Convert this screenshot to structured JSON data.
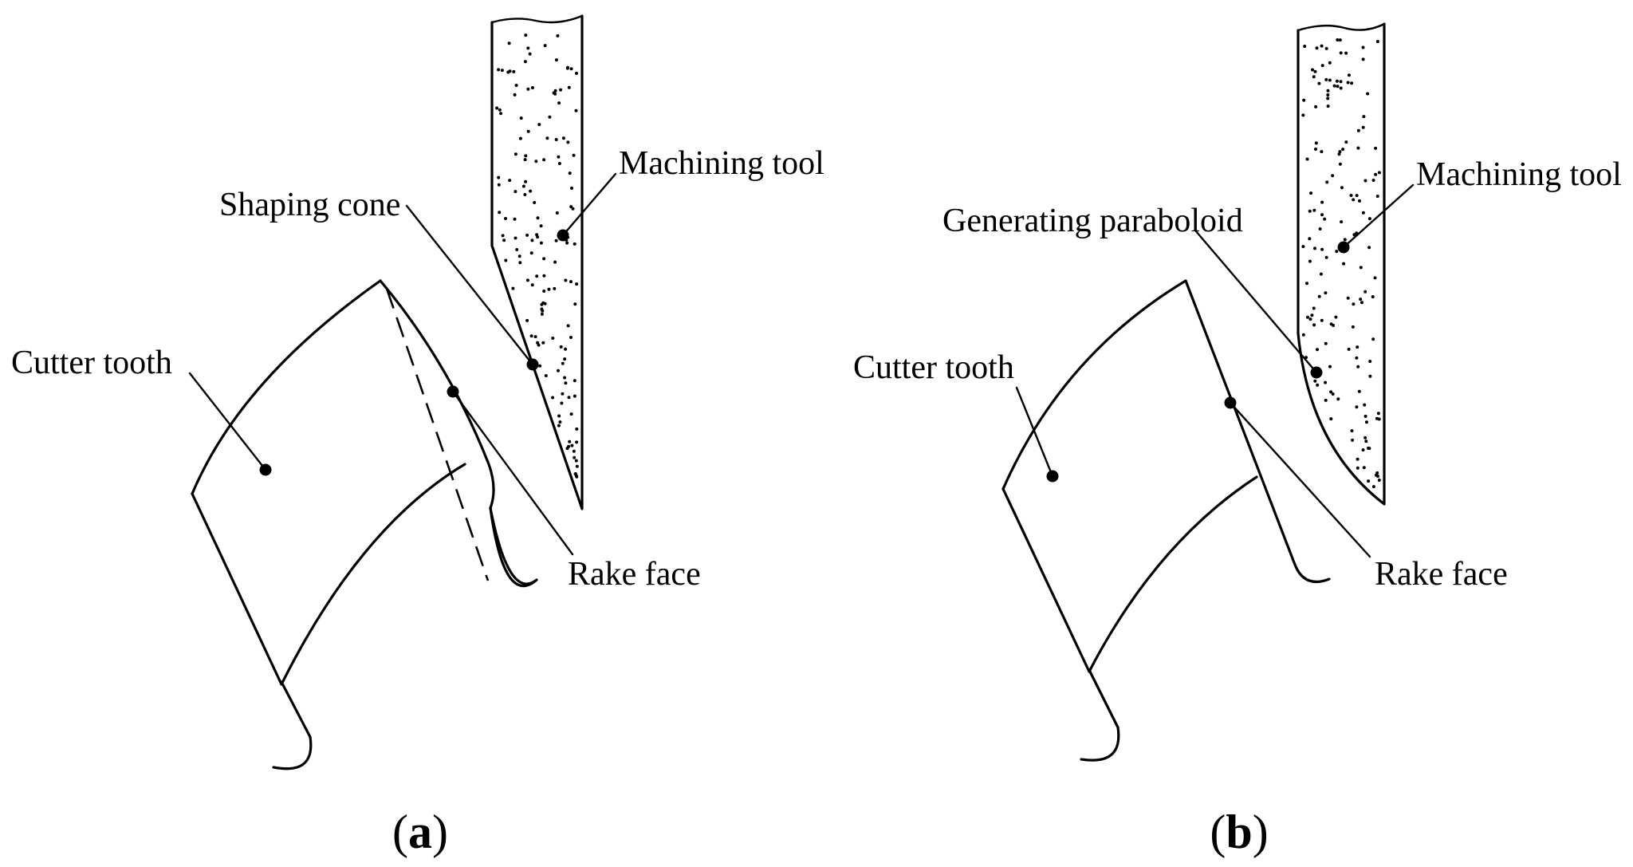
{
  "panels": [
    {
      "id": "a",
      "caption_open": "(",
      "caption_letter": "a",
      "caption_close": ")",
      "labels": {
        "machining_tool": "Machining tool",
        "surface": "Shaping cone",
        "cutter_tooth": "Cutter tooth",
        "rake_face": "Rake face"
      }
    },
    {
      "id": "b",
      "caption_open": "(",
      "caption_letter": "b",
      "caption_close": ")",
      "labels": {
        "machining_tool": "Machining tool",
        "surface": "Generating paraboloid",
        "cutter_tooth": "Cutter tooth",
        "rake_face": "Rake face"
      }
    }
  ]
}
